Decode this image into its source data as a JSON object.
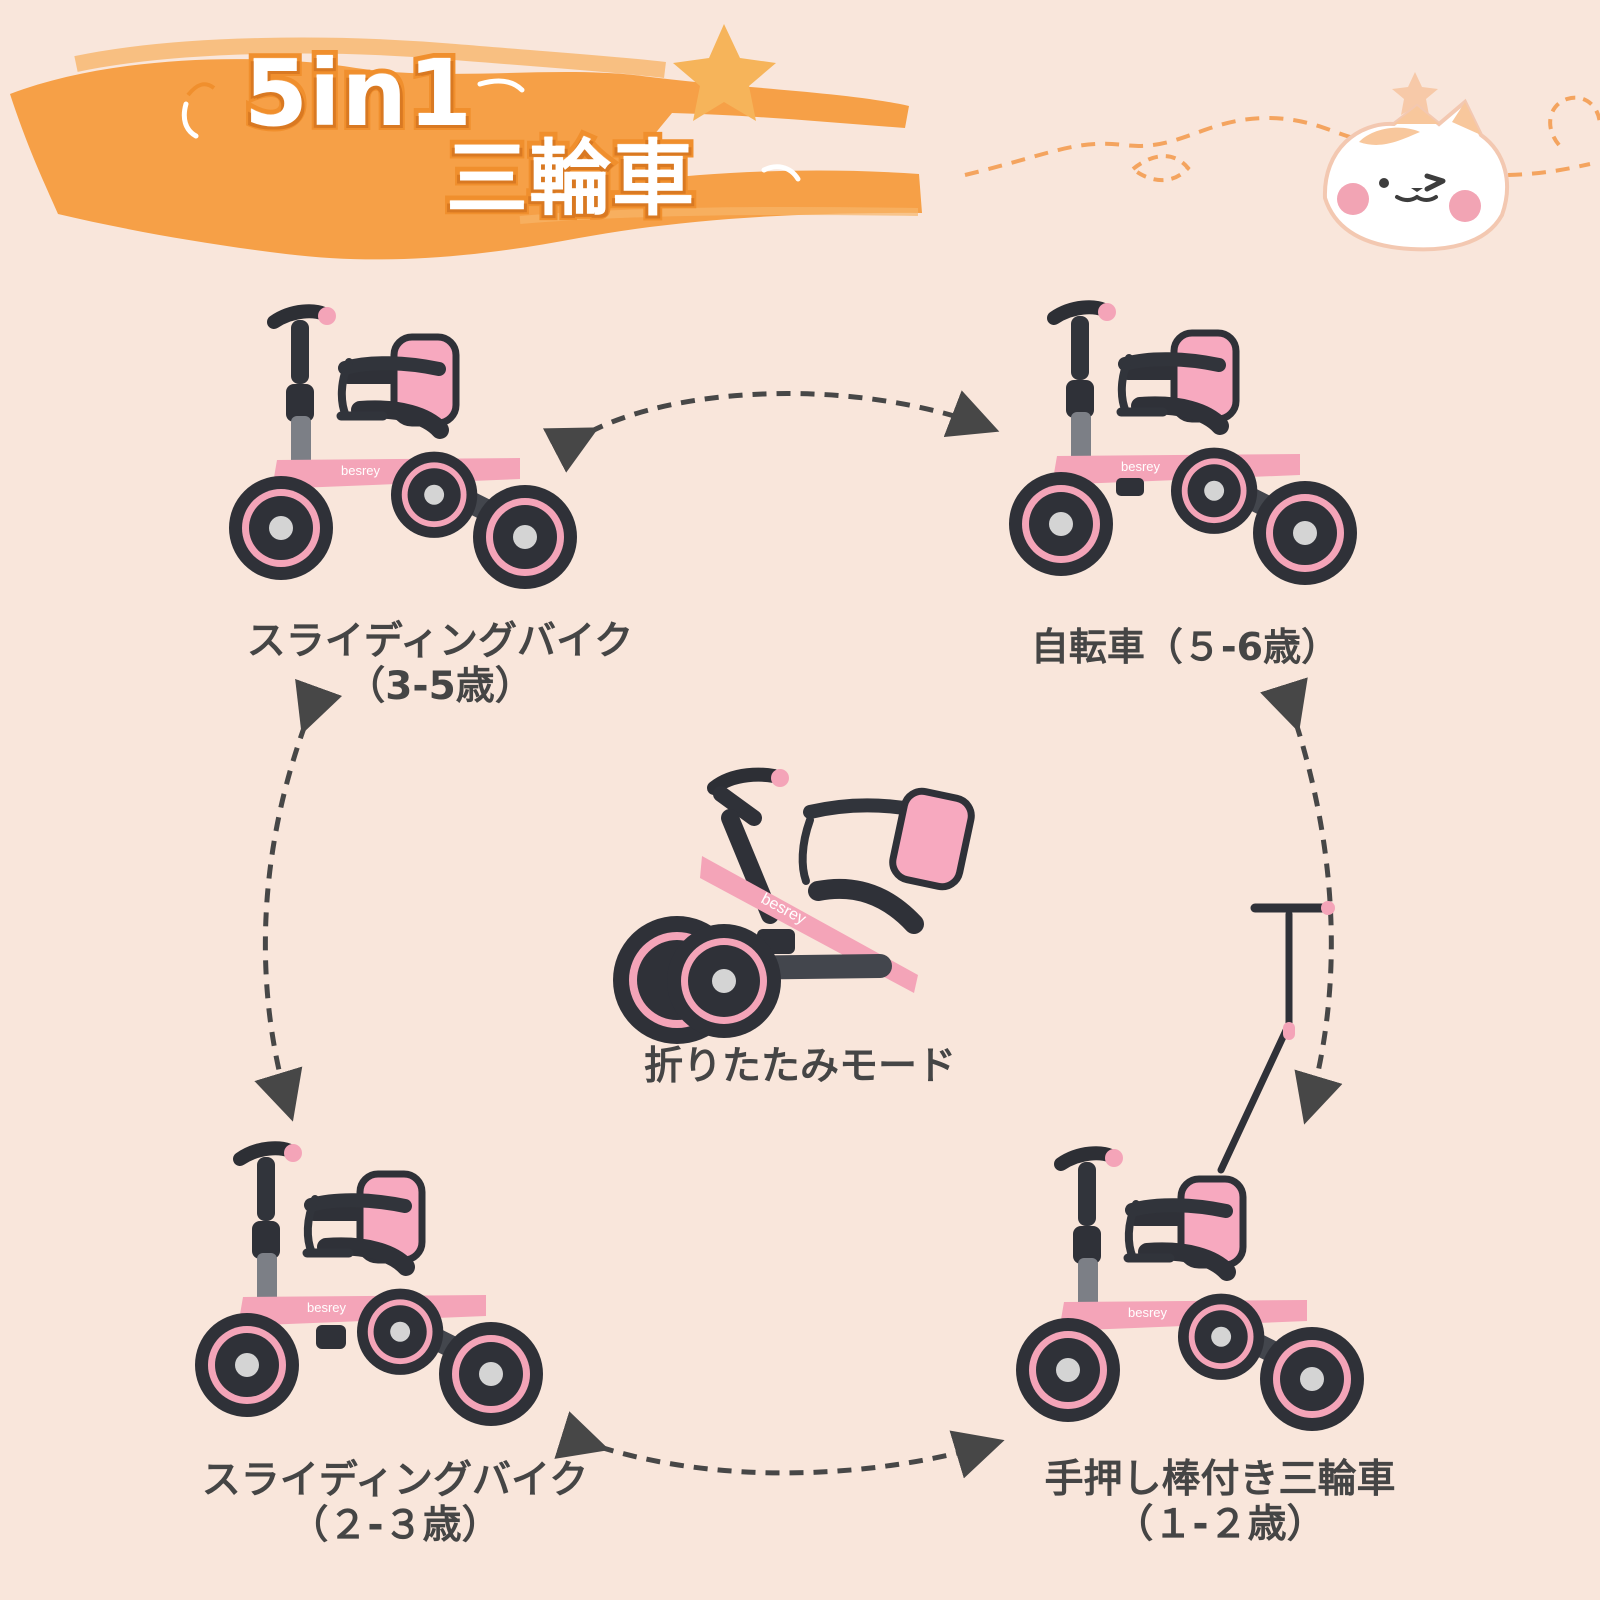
{
  "title": {
    "line1": "5in1",
    "line2": "三輪車"
  },
  "modes": {
    "top_left": {
      "line1": "スライディングバイク",
      "line2": "（3-5歳）"
    },
    "top_right": {
      "line1": "自転車（５-6歳）"
    },
    "center": {
      "line1": "折りたたみモード"
    },
    "bottom_left": {
      "line1": "スライディングバイク",
      "line2": "（２-３歳）"
    },
    "bottom_right": {
      "line1": "手押し棒付き三輪車",
      "line2": "（１-２歳）"
    }
  },
  "product": {
    "brand": "besrey"
  },
  "colors": {
    "background": "#f9e6db",
    "title_brush": "#f6a047",
    "title_outline": "#f08f2d",
    "frame_pink": "#f4a4b8",
    "seat_pink": "#f7a9bf",
    "wheel_dark": "#2f3138",
    "arrow": "#474747",
    "label_text": "#454545"
  },
  "icons": {
    "star": "star-icon",
    "cat": "cat-face-icon",
    "arrow": "double-arrow-icon"
  }
}
